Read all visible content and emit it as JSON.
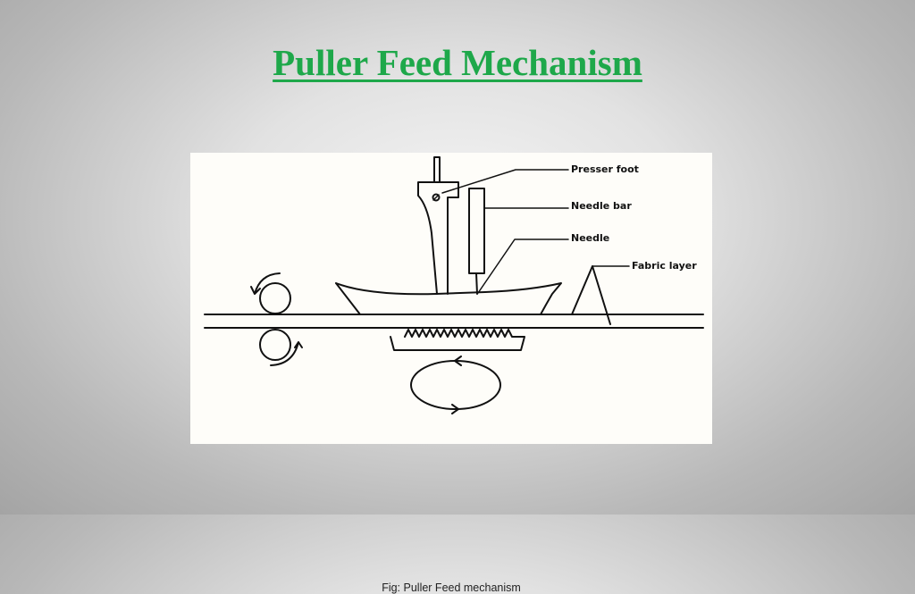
{
  "slide": {
    "title": "Puller Feed Mechanism"
  },
  "figure": {
    "caption": "Fig: Puller Feed mechanism",
    "labels": {
      "presser_foot": "Presser foot",
      "needle_bar": "Needle bar",
      "needle": "Needle",
      "fabric_layer": "Fabric layer"
    }
  }
}
